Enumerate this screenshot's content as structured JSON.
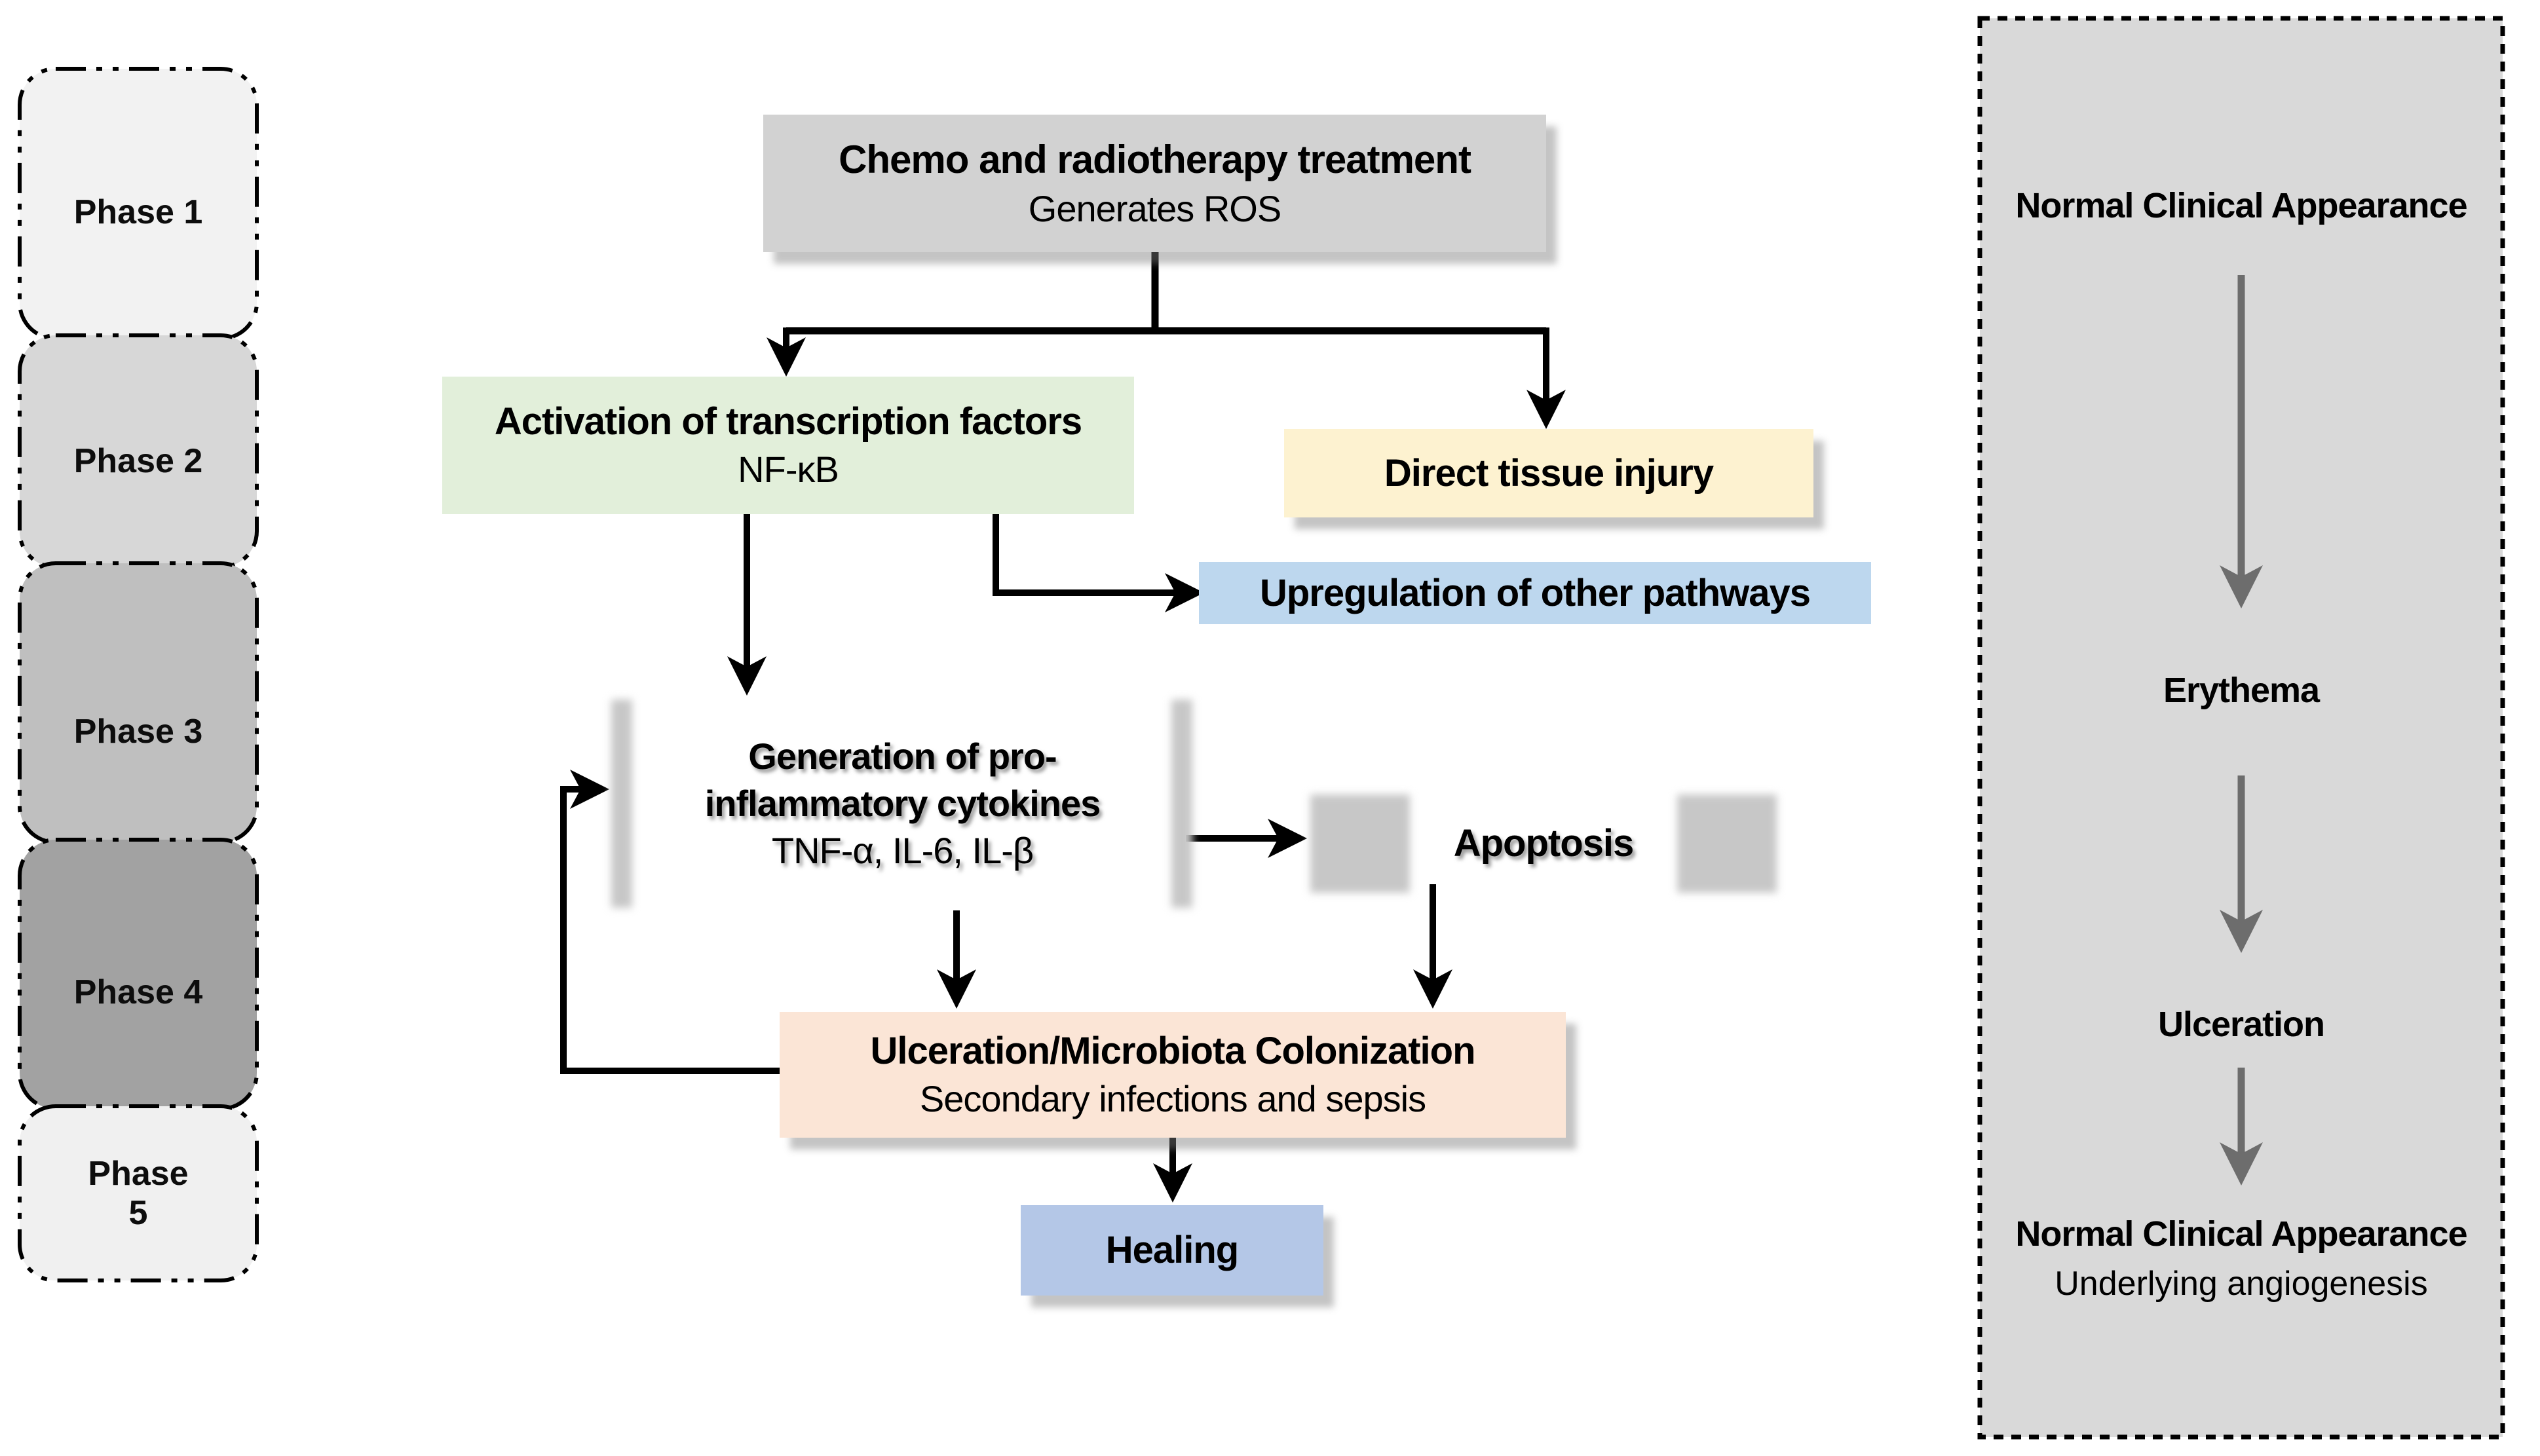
{
  "diagram": {
    "phase_column": {
      "items": [
        {
          "lines": [
            "Phase 1"
          ]
        },
        {
          "lines": [
            "Phase 2"
          ]
        },
        {
          "lines": [
            "Phase 3"
          ]
        },
        {
          "lines": [
            "Phase 4"
          ]
        },
        {
          "lines": [
            "Phase",
            "5"
          ]
        }
      ]
    },
    "flow": {
      "treatment": {
        "title": "Chemo and radiotherapy treatment",
        "subtitle": "Generates ROS"
      },
      "activation": {
        "title": "Activation of transcription factors",
        "subtitle": "NF-κB"
      },
      "direct_injury": {
        "title": "Direct tissue injury"
      },
      "upregulation": {
        "title": "Upregulation of other pathways"
      },
      "cytokines": {
        "title_line1": "Generation of pro-",
        "title_line2": "inflammatory cytokines",
        "subtitle": "TNF-α, IL-6, IL-β"
      },
      "apoptosis": {
        "title": "Apoptosis"
      },
      "ulceration": {
        "title": "Ulceration/Microbiota Colonization",
        "subtitle": "Secondary infections and sepsis"
      },
      "healing": {
        "title": "Healing"
      }
    },
    "clinical_panel": {
      "stage1": "Normal Clinical Appearance",
      "stage2": "Erythema",
      "stage3": "Ulceration",
      "stage4": "Normal Clinical Appearance",
      "stage4_subtitle": "Underlying angiogenesis"
    },
    "colors": {
      "treatment_box": "#d2d2d2",
      "activation_box": "#e2efda",
      "direct_injury_box": "#fdf2d0",
      "upregulation_box": "#bdd7ee",
      "healing_box": "#b4c7e7",
      "ulceration_box": "#fbe5d6",
      "clinical_panel_bg": "#d9d9d9",
      "phase1": "#f2f2f2",
      "phase2": "#d7d7d7",
      "phase3": "#bfbfbf",
      "phase4": "#a2a2a2",
      "phase5": "#f0f0f0",
      "arrow_black": "#000000",
      "arrow_gray": "#6d6d6d"
    }
  }
}
